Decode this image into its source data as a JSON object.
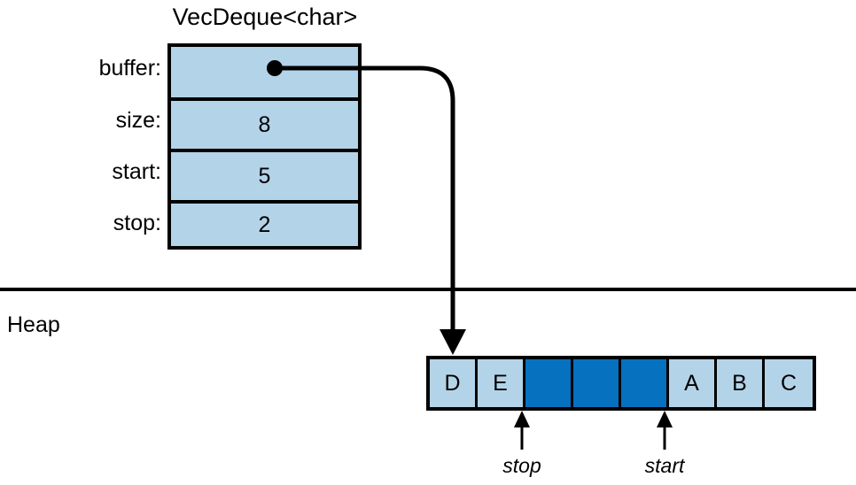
{
  "diagram": {
    "struct": {
      "title": "VecDeque<char>",
      "fields": [
        {
          "label": "buffer:",
          "value": "",
          "kind": "pointer"
        },
        {
          "label": "size:",
          "value": "8",
          "kind": "number"
        },
        {
          "label": "start:",
          "value": "5",
          "kind": "number"
        },
        {
          "label": "stop:",
          "value": "2",
          "kind": "number"
        }
      ]
    },
    "heap": {
      "label": "Heap",
      "array": {
        "cells": [
          {
            "value": "D",
            "state": "filled"
          },
          {
            "value": "E",
            "state": "filled"
          },
          {
            "value": "",
            "state": "empty"
          },
          {
            "value": "",
            "state": "empty"
          },
          {
            "value": "",
            "state": "empty"
          },
          {
            "value": "A",
            "state": "filled"
          },
          {
            "value": "B",
            "state": "filled"
          },
          {
            "value": "C",
            "state": "filled"
          }
        ]
      },
      "markers": [
        {
          "label": "stop",
          "index": 2
        },
        {
          "label": "start",
          "index": 5
        }
      ]
    },
    "colors": {
      "filled_cell": "#b3d3e8",
      "empty_cell": "#0671bf",
      "stroke": "#000000",
      "background": "#ffffff"
    }
  }
}
